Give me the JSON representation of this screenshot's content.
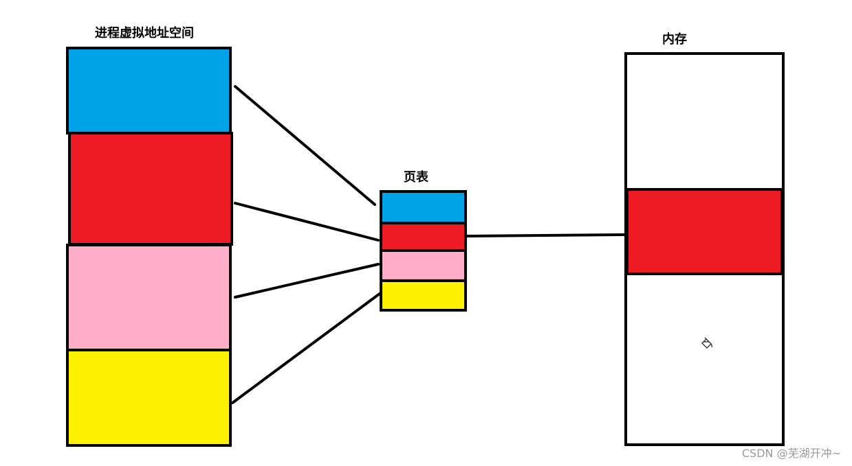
{
  "labels": {
    "virtual_space": "进程虚拟地址空间",
    "page_table": "页表",
    "memory": "内存"
  },
  "colors": {
    "blue": "#00a2e8",
    "red": "#ed1c24",
    "pink": "#ffaec9",
    "yellow": "#fff200",
    "white": "#ffffff",
    "black": "#000000"
  },
  "virtual_segments": [
    "blue",
    "red",
    "pink",
    "yellow"
  ],
  "page_table_segments": [
    "blue",
    "red",
    "pink",
    "yellow"
  ],
  "memory_segments": [
    "white",
    "red",
    "white"
  ],
  "watermark": "CSDN @芜湖开冲~",
  "icons": {
    "cursor": "paint-bucket-icon"
  }
}
